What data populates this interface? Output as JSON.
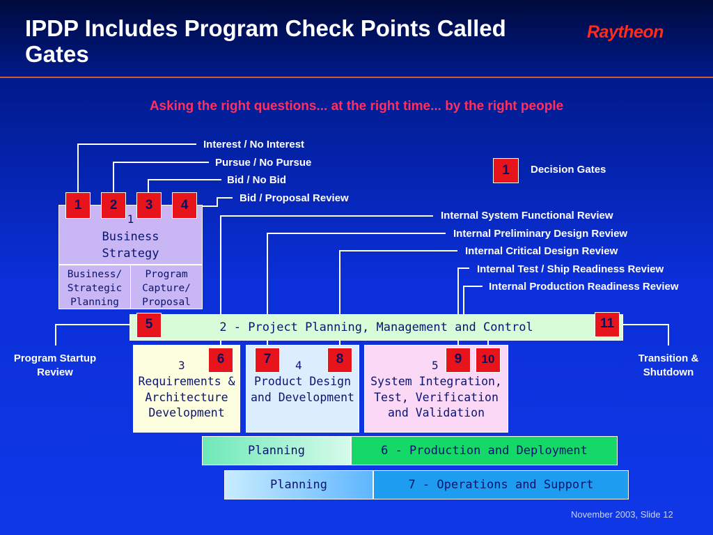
{
  "slide": {
    "title": "IPDP Includes Program Check Points Called Gates",
    "logo": "Raytheon",
    "subtitle": "Asking the right questions... at the right time... by the right people",
    "footer": "November 2003, Slide 12",
    "accent_color": "#e8141c"
  },
  "legend": {
    "gate_number": "1",
    "label": "Decision Gates"
  },
  "gates": [
    {
      "number": "1",
      "label": "Interest / No Interest"
    },
    {
      "number": "2",
      "label": "Pursue / No Pursue"
    },
    {
      "number": "3",
      "label": "Bid / No Bid"
    },
    {
      "number": "4",
      "label": "Bid / Proposal Review"
    },
    {
      "number": "5",
      "label": "Program Startup Review"
    },
    {
      "number": "6",
      "label": "Internal System Functional Review"
    },
    {
      "number": "7",
      "label": "Internal Preliminary Design Review"
    },
    {
      "number": "8",
      "label": "Internal Critical Design Review"
    },
    {
      "number": "9",
      "label": "Internal Test / Ship Readiness Review"
    },
    {
      "number": "10",
      "label": "Internal Production Readiness Review"
    },
    {
      "number": "11",
      "label": "Transition & Shutdown"
    }
  ],
  "phases": {
    "p1": {
      "number": "1",
      "title": "Business Strategy Execution",
      "sub_left": "Business/ Strategic Planning",
      "sub_right": "Program Capture/ Proposal"
    },
    "p2": {
      "title": "2 - Project Planning, Management and Control"
    },
    "p3": {
      "number": "3",
      "title": "Requirements & Architecture Development"
    },
    "p4": {
      "number": "4",
      "title": "Product Design and Development"
    },
    "p5": {
      "number": "5",
      "title": "System Integration, Test, Verification and Validation"
    },
    "p6": {
      "planning": "Planning",
      "title": "6 - Production and Deployment"
    },
    "p7": {
      "planning": "Planning",
      "title": "7 - Operations and Support"
    }
  }
}
